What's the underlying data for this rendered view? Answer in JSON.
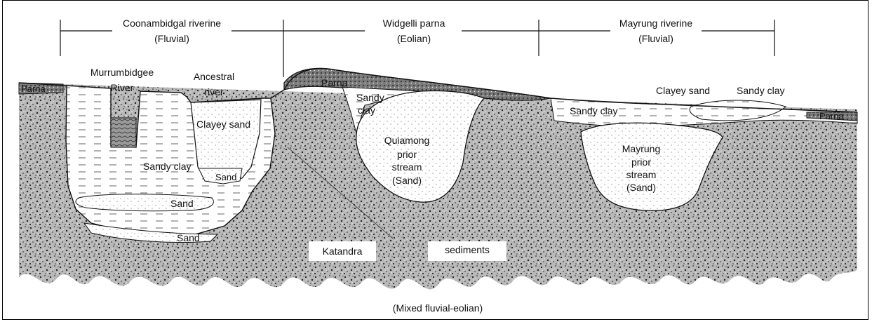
{
  "units": [
    {
      "title": "Coonambidgal riverine",
      "subtitle": "(Fluvial)"
    },
    {
      "title": "Widgelli parna",
      "subtitle": "(Eolian)"
    },
    {
      "title": "Mayrung riverine",
      "subtitle": "(Fluvial)"
    }
  ],
  "labels": {
    "parna_left": "Parna",
    "murrumbidgee_1": "Murrumbidgee",
    "murrumbidgee_2": "River",
    "ancestral_1": "Ancestral",
    "ancestral_2": "river",
    "clayey_sand_left": "Clayey sand",
    "sandy_clay_left": "Sandy clay",
    "sand_channel": "Sand",
    "sand_lens": "Sand",
    "sand_base": "Sand",
    "parna_mid": "Parna",
    "sandy_clay_mid_1": "Sandy",
    "sandy_clay_mid_2": "clay",
    "quiamong_1": "Quiamong",
    "quiamong_2": "prior",
    "quiamong_3": "stream",
    "quiamong_4": "(Sand)",
    "clayey_sand_right": "Clayey sand",
    "sandy_clay_right_top": "Sandy clay",
    "sandy_clay_right": "Sandy clay",
    "parna_right": "Parna",
    "mayrung_1": "Mayrung",
    "mayrung_2": "prior",
    "mayrung_3": "stream",
    "mayrung_4": "(Sand)",
    "katandra": "Katandra",
    "sediments": "sediments",
    "mixed": "(Mixed fluvial-eolian)"
  }
}
